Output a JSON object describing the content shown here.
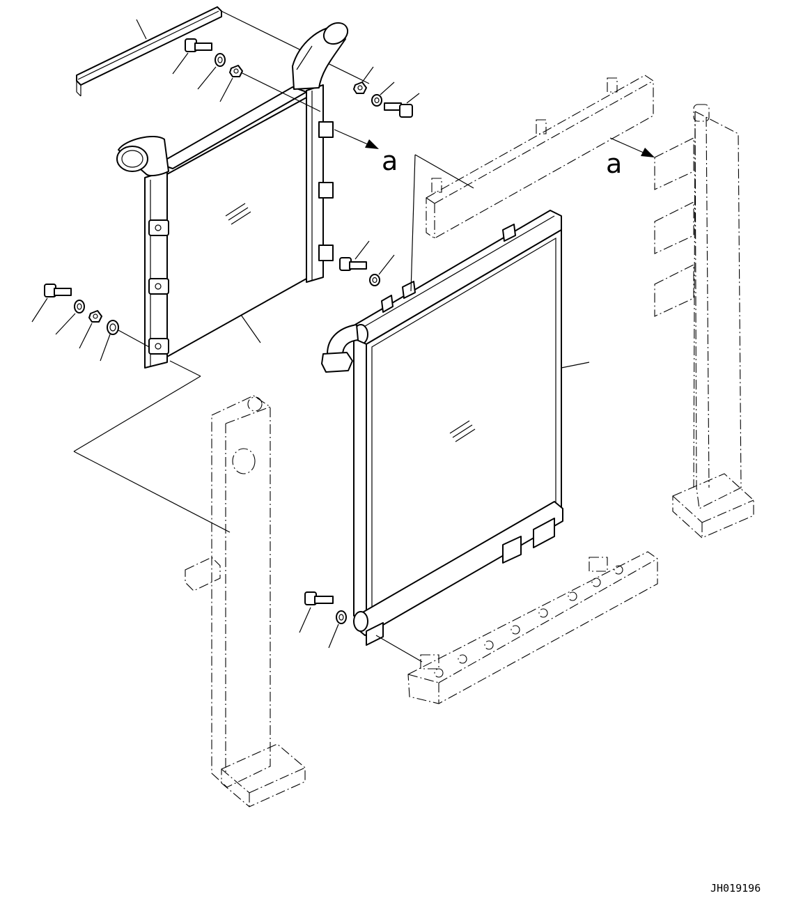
{
  "callouts": {
    "view_a_upper": "a",
    "view_a_right": "a"
  },
  "drawing_code": "JH019196"
}
